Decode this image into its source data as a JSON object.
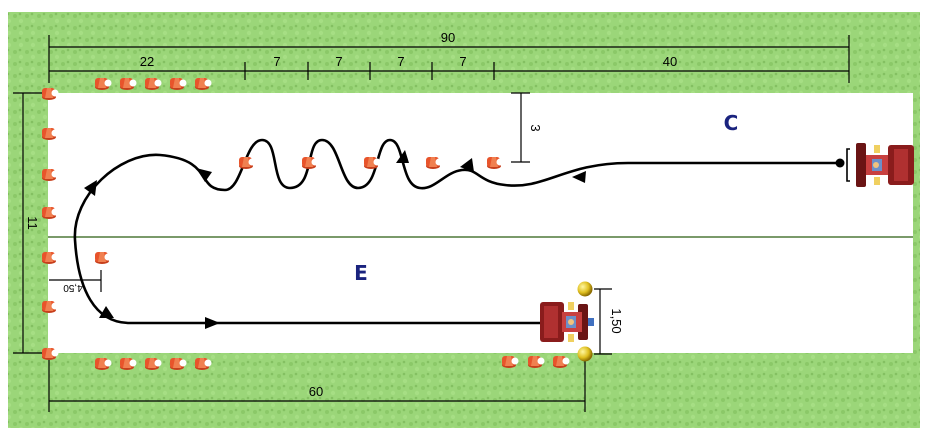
{
  "dimensions": {
    "total_length": "90",
    "segment_start": "22",
    "segment_slalom_1": "7",
    "segment_slalom_2": "7",
    "segment_slalom_3": "7",
    "segment_slalom_4": "7",
    "segment_end": "40",
    "lane_offset": "3",
    "width": "11",
    "turn_offset": "4,50",
    "gate_width": "1,50",
    "return_length": "60"
  },
  "zones": {
    "upper": "C",
    "lower": "E"
  },
  "colors": {
    "grass": "#8fce6a",
    "track": "#ffffff",
    "path": "#000000",
    "cone": "#e8542b",
    "ball": "#e0c020",
    "zone_text": "#1a237e"
  },
  "icons": {
    "cone": "traffic-cone-icon",
    "ball": "gate-ball-icon",
    "vehicle": "tractor-icon",
    "arrow": "arrowhead-icon"
  }
}
